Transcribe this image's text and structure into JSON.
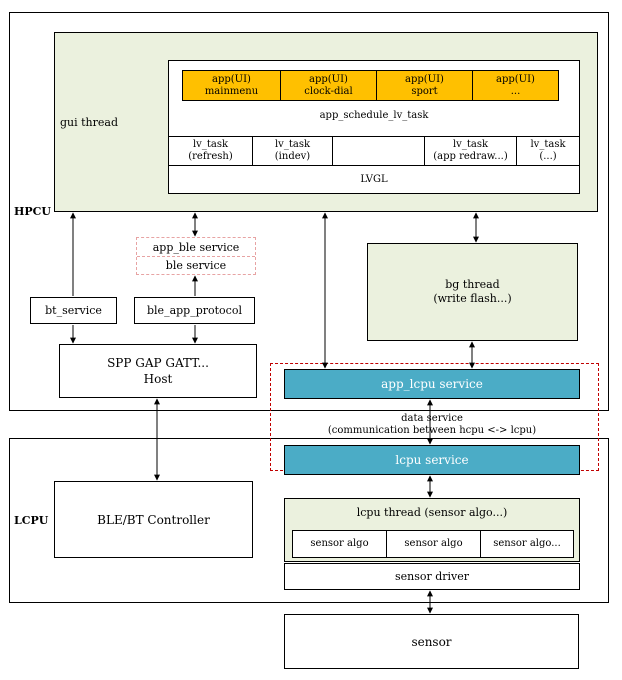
{
  "regions": {
    "hpcu_label": "HPCU",
    "lcpu_label": "LCPU"
  },
  "gui": {
    "label": "gui thread",
    "apps": [
      {
        "line1": "app(UI)",
        "line2": "mainmenu"
      },
      {
        "line1": "app(UI)",
        "line2": "clock-dial"
      },
      {
        "line1": "app(UI)",
        "line2": "sport"
      },
      {
        "line1": "app(UI)",
        "line2": "..."
      }
    ],
    "schedule_label": "app_schedule_lv_task",
    "tasks": [
      {
        "line1": "lv_task",
        "line2": "(refresh)"
      },
      {
        "line1": "lv_task",
        "line2": "(indev)"
      },
      {
        "line1": "",
        "line2": ""
      },
      {
        "line1": "lv_task",
        "line2": "(app redraw...)"
      },
      {
        "line1": "lv_task",
        "line2": "(...)"
      }
    ],
    "lvgl_label": "LVGL"
  },
  "ble": {
    "app_ble_service": "app_ble service",
    "ble_service": "ble service"
  },
  "bg_thread": {
    "line1": "bg thread",
    "line2": "(write flash...)"
  },
  "bt_service": "bt_service",
  "ble_app_protocol": "ble_app_protocol",
  "host": {
    "line1": "SPP GAP GATT...",
    "line2": "Host"
  },
  "app_lcpu_service": "app_lcpu service",
  "data_service": {
    "line1": "data service",
    "line2": "(communication between hcpu <-> lcpu)"
  },
  "lcpu_service": "lcpu service",
  "controller": "BLE/BT Controller",
  "lcpu_thread": {
    "label": "lcpu thread (sensor algo...)",
    "algos": [
      "sensor algo",
      "sensor algo",
      "sensor algo..."
    ]
  },
  "sensor_driver": "sensor driver",
  "sensor": "sensor",
  "colors": {
    "app_box": "#ffc000",
    "service_box": "#4bacc6",
    "thread_box": "#ebf1de",
    "dashed_outline": "#c00000"
  }
}
